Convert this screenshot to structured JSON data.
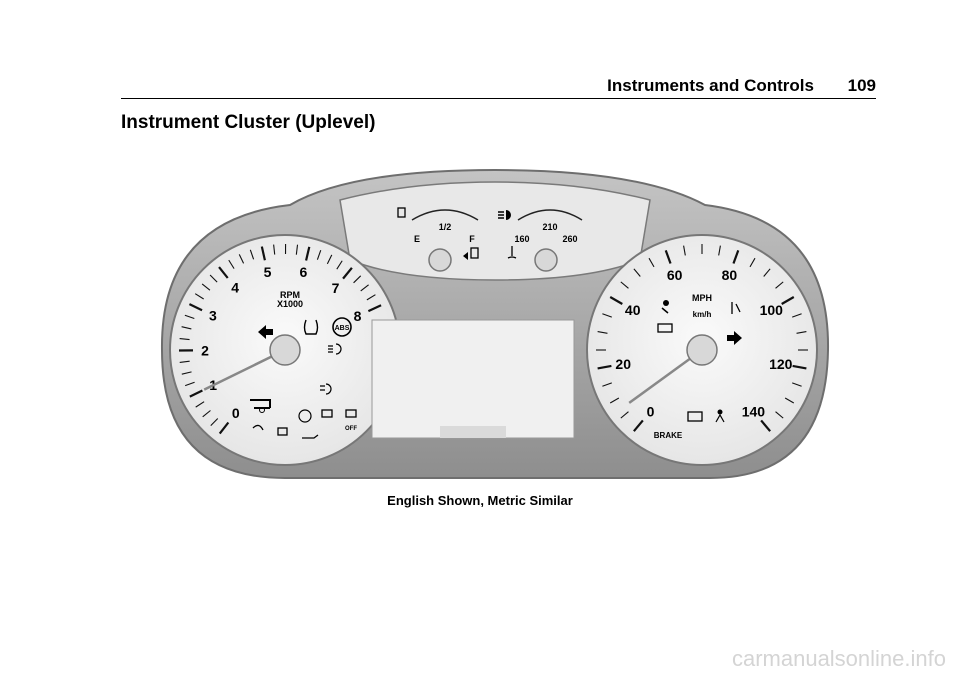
{
  "header": {
    "section_title": "Instruments and Controls",
    "page_number": "109"
  },
  "heading": "Instrument Cluster (Uplevel)",
  "caption": "English Shown, Metric Similar",
  "watermark": "carmanualsonline.info",
  "tachometer": {
    "ticks": [
      "0",
      "1",
      "2",
      "3",
      "4",
      "5",
      "6",
      "7",
      "8"
    ],
    "label_top": "RPM",
    "label_bottom": "X1000",
    "needle_value": 1
  },
  "speedometer": {
    "ticks": [
      "0",
      "20",
      "40",
      "60",
      "80",
      "100",
      "120",
      "140"
    ],
    "unit_primary": "MPH",
    "unit_secondary": "km/h",
    "brake_label": "BRAKE",
    "needle_value": 0
  },
  "fuel_gauge": {
    "empty": "E",
    "half": "1/2",
    "full": "F"
  },
  "temp_gauge": {
    "low": "160",
    "mid": "210",
    "high": "260"
  },
  "indicators": {
    "abs": "ABS",
    "traction_off": "OFF"
  },
  "colors": {
    "bezel": "#a8a8a8",
    "bezel_dark": "#8a8a8a",
    "face": "#f2f2f2",
    "display": "#efefef"
  }
}
